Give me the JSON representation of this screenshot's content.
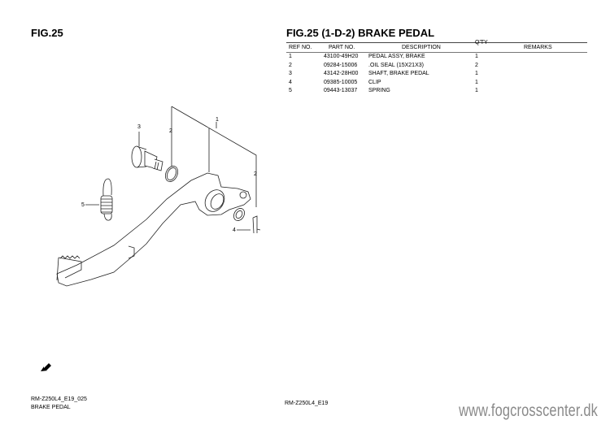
{
  "left_title": "FIG.25",
  "right_title": "FIG.25 (1-D-2) BRAKE PEDAL",
  "table": {
    "headers": {
      "ref": "REF NO.",
      "part": "PART NO.",
      "desc": "DESCRIPTION",
      "qty": "Q'TY",
      "remarks": "REMARKS"
    },
    "rows": [
      {
        "ref": "1",
        "part": "43100-49H20",
        "desc": "PEDAL ASSY, BRAKE",
        "qty": "1",
        "remarks": ""
      },
      {
        "ref": "2",
        "part": "09284-15006",
        "desc": ".OIL SEAL (15X21X3)",
        "qty": "2",
        "remarks": ""
      },
      {
        "ref": "3",
        "part": "43142-28H00",
        "desc": "SHAFT, BRAKE PEDAL",
        "qty": "1",
        "remarks": ""
      },
      {
        "ref": "4",
        "part": "09385-10005",
        "desc": "CLIP",
        "qty": "1",
        "remarks": ""
      },
      {
        "ref": "5",
        "part": "09443-13037",
        "desc": "SPRING",
        "qty": "1",
        "remarks": ""
      }
    ]
  },
  "callouts": {
    "c1": "1",
    "c2a": "2",
    "c2b": "2",
    "c3": "3",
    "c4": "4",
    "c5": "5"
  },
  "footer": {
    "code": "RM-Z250L4_E19_025",
    "name": "BRAKE PEDAL",
    "model": "RM-Z250L4_E19",
    "watermark": "www.fogcrosscenter.dk"
  }
}
